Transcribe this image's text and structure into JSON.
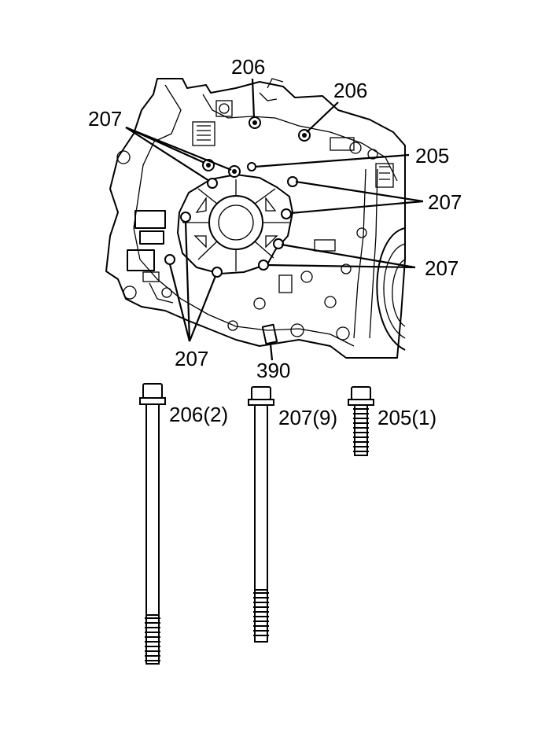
{
  "diagram": {
    "callouts": {
      "top_206_a": "206",
      "top_206_b": "206",
      "top_207_left": "207",
      "right_205": "205",
      "right_207_a": "207",
      "right_207_b": "207",
      "bottom_207": "207",
      "bottom_390": "390"
    },
    "bolts": [
      {
        "label": "206(2)"
      },
      {
        "label": "207(9)"
      },
      {
        "label": "205(1)"
      }
    ]
  }
}
